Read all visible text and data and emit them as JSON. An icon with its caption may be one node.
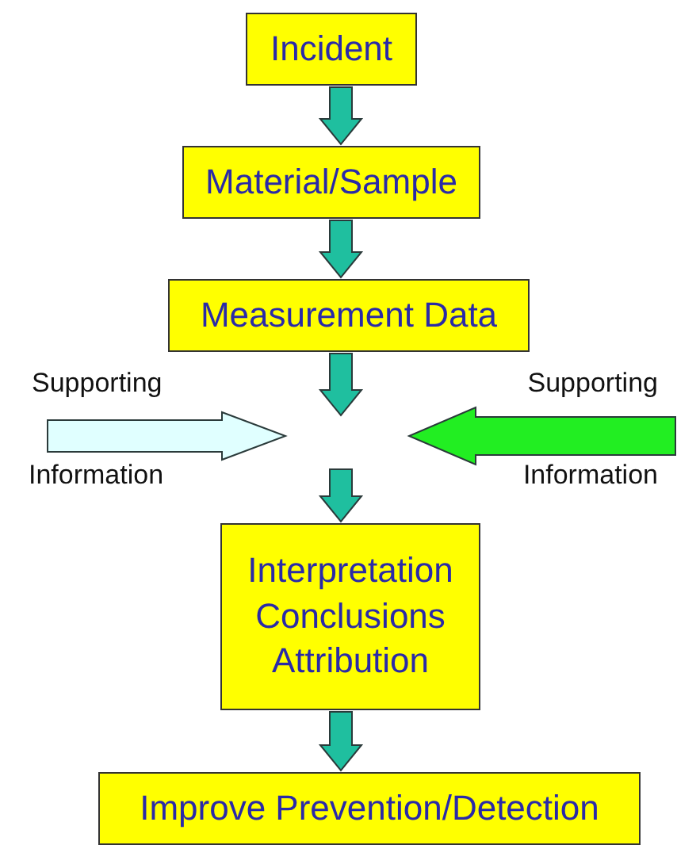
{
  "diagram": {
    "nodes": [
      {
        "text": [
          "Incident"
        ]
      },
      {
        "text": [
          "Material/Sample"
        ]
      },
      {
        "text": [
          "Measurement Data"
        ]
      },
      {
        "text": [
          "Supporting",
          "Information"
        ]
      },
      {
        "text": [
          "Supporting",
          "Information"
        ]
      },
      {
        "text": [
          "Interpretation Conclusions Attribution"
        ]
      },
      {
        "text": [
          "Improve Prevention/Detection"
        ]
      }
    ],
    "edges": [
      {
        "from": 0,
        "to": 1,
        "arrow": "to"
      },
      {
        "from": 1,
        "to": 2,
        "arrow": "to"
      },
      {
        "from": 2,
        "to": null,
        "arrow": "to"
      },
      {
        "from": 3,
        "to": null,
        "arrow": "to",
        "color": "#e0ffff"
      },
      {
        "from": 4,
        "to": null,
        "arrow": "to",
        "color": "#22ee22"
      },
      {
        "from": null,
        "to": 5,
        "arrow": "to"
      },
      {
        "from": 5,
        "to": 6,
        "arrow": "to"
      }
    ]
  }
}
